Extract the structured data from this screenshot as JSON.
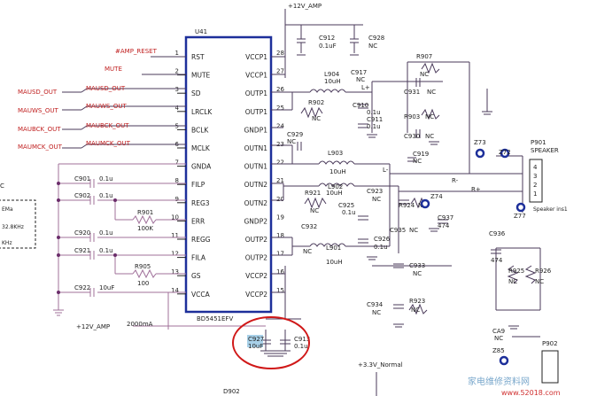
{
  "ic": {
    "ref": "U41",
    "part": "BD5451EFV",
    "left_pins": [
      {
        "num": "1",
        "name": "RST"
      },
      {
        "num": "2",
        "name": "MUTE"
      },
      {
        "num": "3",
        "name": "SD"
      },
      {
        "num": "4",
        "name": "LRCLK"
      },
      {
        "num": "5",
        "name": "BCLK"
      },
      {
        "num": "6",
        "name": "MCLK"
      },
      {
        "num": "7",
        "name": "GNDA"
      },
      {
        "num": "8",
        "name": "FILP"
      },
      {
        "num": "9",
        "name": "REG3"
      },
      {
        "num": "10",
        "name": "ERR"
      },
      {
        "num": "11",
        "name": "REGG"
      },
      {
        "num": "12",
        "name": "FILA"
      },
      {
        "num": "13",
        "name": "GS"
      },
      {
        "num": "14",
        "name": "VCCA"
      }
    ],
    "right_pins": [
      {
        "num": "28",
        "name": "VCCP1"
      },
      {
        "num": "27",
        "name": "VCCP1"
      },
      {
        "num": "26",
        "name": "OUTP1"
      },
      {
        "num": "25",
        "name": "OUTP1"
      },
      {
        "num": "24",
        "name": "GNDP1"
      },
      {
        "num": "23",
        "name": "OUTN1"
      },
      {
        "num": "22",
        "name": "OUTN1"
      },
      {
        "num": "21",
        "name": "OUTN2"
      },
      {
        "num": "20",
        "name": "OUTN2"
      },
      {
        "num": "19",
        "name": "GNDP2"
      },
      {
        "num": "18",
        "name": "OUTP2"
      },
      {
        "num": "17",
        "name": "OUTP2"
      },
      {
        "num": "16",
        "name": "VCCP2"
      },
      {
        "num": "15",
        "name": "VCCP2"
      }
    ]
  },
  "nets": {
    "amp_reset": "#AMP_RESET",
    "mute": "MUTE",
    "sd_short": "MAUSD_OUT",
    "sd_long": "MAUSD_OUT",
    "ws_short": "MAUWS_OUT",
    "ws_long": "MAUWS_OUT",
    "bck_short": "MAUBCK_OUT",
    "bck_long": "MAUBCK_OUT",
    "mck_short": "MAUMCK_OUT",
    "mck_long": "MAUMCK_OUT",
    "v12_top": "+12V_AMP",
    "v12_bottom": "+12V_AMP",
    "current": "2000mA",
    "v33": "+3.3V_Normal"
  },
  "components": {
    "c912": {
      "ref": "C912",
      "val": "0.1uF"
    },
    "c928": {
      "ref": "C928",
      "val": "NC"
    },
    "c901": {
      "ref": "C901",
      "val": "0.1u"
    },
    "c902": {
      "ref": "C902",
      "val": "0.1u"
    },
    "r901": {
      "ref": "R901",
      "val": "100K"
    },
    "c920": {
      "ref": "C920",
      "val": "0.1u"
    },
    "c921": {
      "ref": "C921",
      "val": "0.1u"
    },
    "r905": {
      "ref": "R905",
      "val": "100"
    },
    "c922": {
      "ref": "C922",
      "val": "10uF"
    },
    "c917": {
      "ref": "C917",
      "val": "NC"
    },
    "l904": {
      "ref": "L904",
      "val": "10uH"
    },
    "r902": {
      "ref": "R902",
      "val": "NC"
    },
    "c910": {
      "ref": "C910",
      "val": "0.1u"
    },
    "c911": {
      "ref": "C911",
      "val": "0.1u"
    },
    "c929": {
      "ref": "C929",
      "val": "NC"
    },
    "l903": {
      "ref": "L903",
      "val": "10uH"
    },
    "l902": {
      "ref": "L902",
      "val": "10uH"
    },
    "r921": {
      "ref": "R921",
      "val": "NC"
    },
    "c923": {
      "ref": "C923",
      "val": "NC"
    },
    "c925": {
      "ref": "C925",
      "val": "0.1u"
    },
    "c932": {
      "ref": "C932",
      "val": "NC"
    },
    "l901": {
      "ref": "L901",
      "val": "10uH"
    },
    "c926": {
      "ref": "C926",
      "val": "0.1u"
    },
    "c933": {
      "ref": "C933",
      "val": "NC"
    },
    "c934": {
      "ref": "C934",
      "val": "NC"
    },
    "r923": {
      "ref": "R923",
      "val": "NC"
    },
    "r907": {
      "ref": "R907",
      "val": "NC"
    },
    "c931": {
      "ref": "C931",
      "val": "NC"
    },
    "r903": {
      "ref": "R903",
      "val": "NC"
    },
    "c930": {
      "ref": "C930",
      "val": "NC"
    },
    "c919": {
      "ref": "C919",
      "val": "NC"
    },
    "r924": {
      "ref": "R924",
      "val": "NC"
    },
    "c935": {
      "ref": "C935",
      "val": "NC"
    },
    "c937": {
      "ref": "C937",
      "val": "474"
    },
    "c936": {
      "ref": "C936",
      "val": "474"
    },
    "r925": {
      "ref": "R925",
      "val": "NC"
    },
    "r926": {
      "ref": "R926",
      "val": "NC"
    },
    "c927": {
      "ref": "C927",
      "val": "10uF"
    },
    "c913": {
      "ref": "C913",
      "val": "0.1u"
    }
  },
  "testpoints": {
    "z73": "Z73",
    "z72": "Z72",
    "z74": "Z74",
    "z77": "Z77",
    "z85": "Z85"
  },
  "connector": {
    "ref": "P901",
    "name": "SPEAKER",
    "pins": [
      "4",
      "3",
      "2",
      "1"
    ],
    "note": "Speaker ins1"
  },
  "other": {
    "ca9": "CA9",
    "ca9v": "NC",
    "p902": "P902",
    "d902": "D902",
    "lplus": "L+",
    "lminus": "L-",
    "rminus": "R-",
    "rplus": "R+"
  },
  "left_edge": {
    "a": "EMa",
    "b": "32.8KHz",
    "c": "KHz"
  },
  "watermark": "家电维修资料网",
  "watermark_url": "www.52018.com"
}
